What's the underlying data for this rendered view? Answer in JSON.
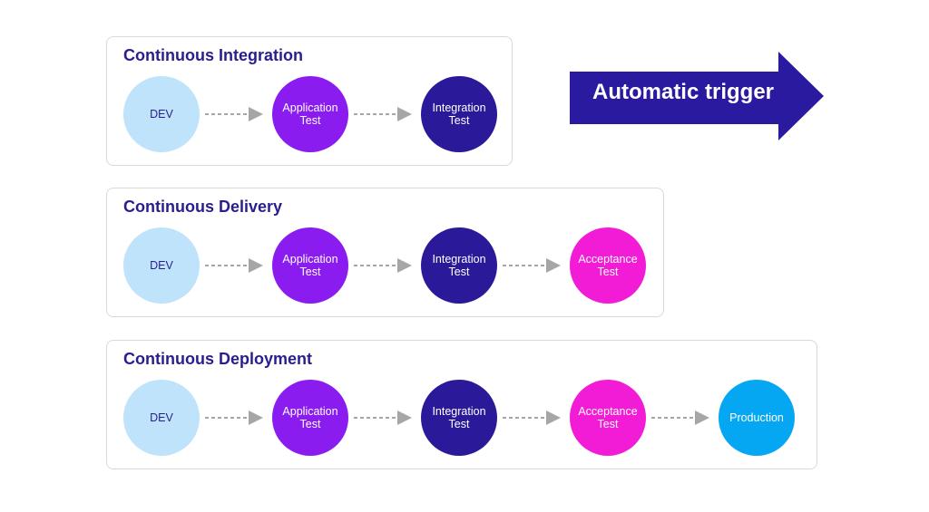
{
  "trigger": {
    "label": "Automatic trigger",
    "color": "#2a1aa0"
  },
  "colors": {
    "dev": "#bfe3fb",
    "dev_text": "#2a1e8f",
    "application": "#8a1cf0",
    "integration": "#2a1a9a",
    "acceptance": "#f21bd6",
    "production": "#06a7f2",
    "arrow": "#a6a6a6"
  },
  "panels": [
    {
      "title": "Continuous Integration",
      "nodes": [
        {
          "lines": [
            "DEV"
          ],
          "kind": "dev"
        },
        {
          "lines": [
            "Application",
            "Test"
          ],
          "kind": "application"
        },
        {
          "lines": [
            "Integration",
            "Test"
          ],
          "kind": "integration"
        }
      ]
    },
    {
      "title": "Continuous Delivery",
      "nodes": [
        {
          "lines": [
            "DEV"
          ],
          "kind": "dev"
        },
        {
          "lines": [
            "Application",
            "Test"
          ],
          "kind": "application"
        },
        {
          "lines": [
            "Integration",
            "Test"
          ],
          "kind": "integration"
        },
        {
          "lines": [
            "Acceptance",
            "Test"
          ],
          "kind": "acceptance"
        }
      ]
    },
    {
      "title": "Continuous Deployment",
      "nodes": [
        {
          "lines": [
            "DEV"
          ],
          "kind": "dev"
        },
        {
          "lines": [
            "Application",
            "Test"
          ],
          "kind": "application"
        },
        {
          "lines": [
            "Integration",
            "Test"
          ],
          "kind": "integration"
        },
        {
          "lines": [
            "Acceptance",
            "Test"
          ],
          "kind": "acceptance"
        },
        {
          "lines": [
            "Production"
          ],
          "kind": "production"
        }
      ]
    }
  ]
}
